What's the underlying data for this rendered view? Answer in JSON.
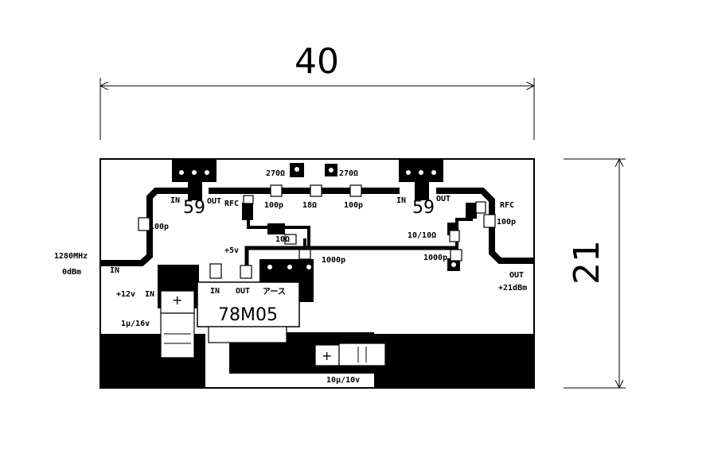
{
  "dimensions": {
    "width": "40",
    "height": "21"
  },
  "board": {
    "transistor_1": {
      "type": "59",
      "in": "IN",
      "out": "OUT"
    },
    "transistor_2": {
      "type": "59",
      "in": "IN",
      "out": "OUT"
    },
    "regulator": {
      "name": "78M05",
      "pin_in": "IN",
      "pin_out": "OUT",
      "pin_gnd": "アース"
    },
    "labels": {
      "freq": "1280MHz",
      "in_level": "0dBm",
      "in": "IN",
      "supply": "+12v",
      "supply_in": "IN",
      "cap_in": "1μ/16v",
      "five_v": "+5v",
      "out": "OUT",
      "out_level": "+21dBm",
      "rfc_1": "RFC",
      "rfc_2": "RFC",
      "r_270_a": "270Ω",
      "r_270_b": "270Ω",
      "r_18": "18Ω",
      "c_100p_a": "100p",
      "c_100p_b": "100p",
      "c_100p_c": "100p",
      "c_100p_d": "100p",
      "r_10": "10Ω",
      "r_10_10": "10/10Ω",
      "c_1000p_a": "1000p",
      "c_1000p_b": "1000p",
      "cap_out": "10μ/10v",
      "plus": "+"
    }
  }
}
